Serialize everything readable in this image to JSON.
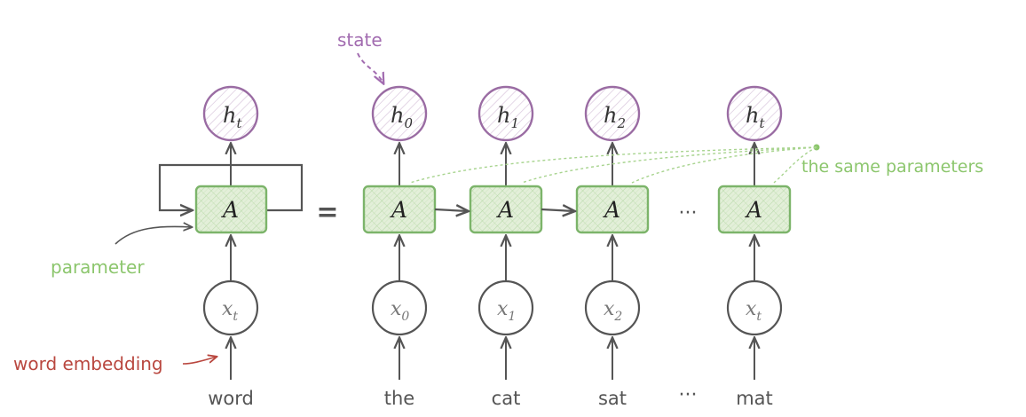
{
  "colors": {
    "ink": "#555555",
    "box_stroke": "#7cb46a",
    "box_fill": "#e3efd9",
    "box_hatch": "#a7d097",
    "state_stroke": "#9a6ca3",
    "state_hatch": "#d6c2da",
    "input_stroke": "#555555",
    "annotation_green": "#8cc66d",
    "annotation_purple": "#a26cb0",
    "annotation_red": "#b9473f"
  },
  "icons": {
    "state_node": "hatched-circle",
    "input_node": "circle",
    "cell": "hatched-rounded-box"
  },
  "annotations": {
    "state": "state",
    "same_parameters": "the same parameters",
    "parameter": "parameter",
    "word_embedding": "word embedding"
  },
  "folded": {
    "hidden_base": "h",
    "hidden_sub": "t",
    "cell": "A",
    "input_base": "x",
    "input_sub": "t",
    "word": "word"
  },
  "equals": "=",
  "unrolled": [
    {
      "hidden_base": "h",
      "hidden_sub": "0",
      "cell": "A",
      "input_base": "x",
      "input_sub": "0",
      "word": "the"
    },
    {
      "hidden_base": "h",
      "hidden_sub": "1",
      "cell": "A",
      "input_base": "x",
      "input_sub": "1",
      "word": "cat"
    },
    {
      "hidden_base": "h",
      "hidden_sub": "2",
      "cell": "A",
      "input_base": "x",
      "input_sub": "2",
      "word": "sat"
    },
    {
      "hidden_base": "h",
      "hidden_sub": "t",
      "cell": "A",
      "input_base": "x",
      "input_sub": "t",
      "word": "mat"
    }
  ],
  "ellipsis_cells": "···",
  "ellipsis_words": "···"
}
